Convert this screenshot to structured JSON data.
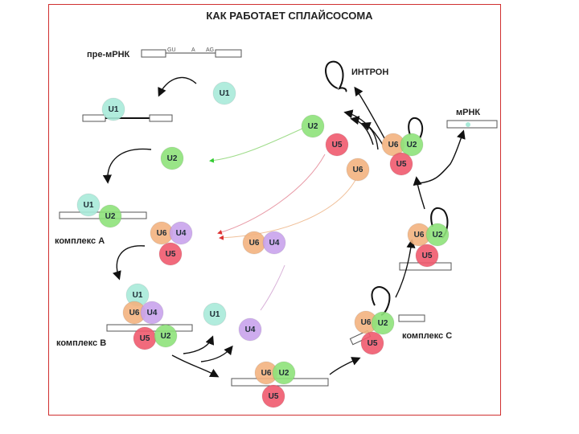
{
  "title": "КАК РАБОТАЕТ СПЛАЙСОСОМА",
  "labels": {
    "pre_mrna": "пре-мРНК",
    "intron": "ИНТРОН",
    "mrna": "мРНК",
    "complex_a": "комплекс А",
    "complex_b": "комплекс В",
    "complex_c": "комплекс С"
  },
  "seq": {
    "gu": "GU",
    "a": "A",
    "ag": "AG"
  },
  "snrnp": {
    "u1": "U1",
    "u2": "U2",
    "u4": "U4",
    "u5": "U5",
    "u6": "U6"
  },
  "colors": {
    "u1": "#a8ead9",
    "u2": "#8ee27a",
    "u4": "#c9a3ec",
    "u5": "#f05a6e",
    "u6": "#f3b27f",
    "frame": "#d03030",
    "recycle_u2": "#9fdc8a",
    "recycle_u5": "#e89aa6",
    "recycle_u6": "#f0c09a",
    "recycle_u4": "#d8b0d8"
  }
}
